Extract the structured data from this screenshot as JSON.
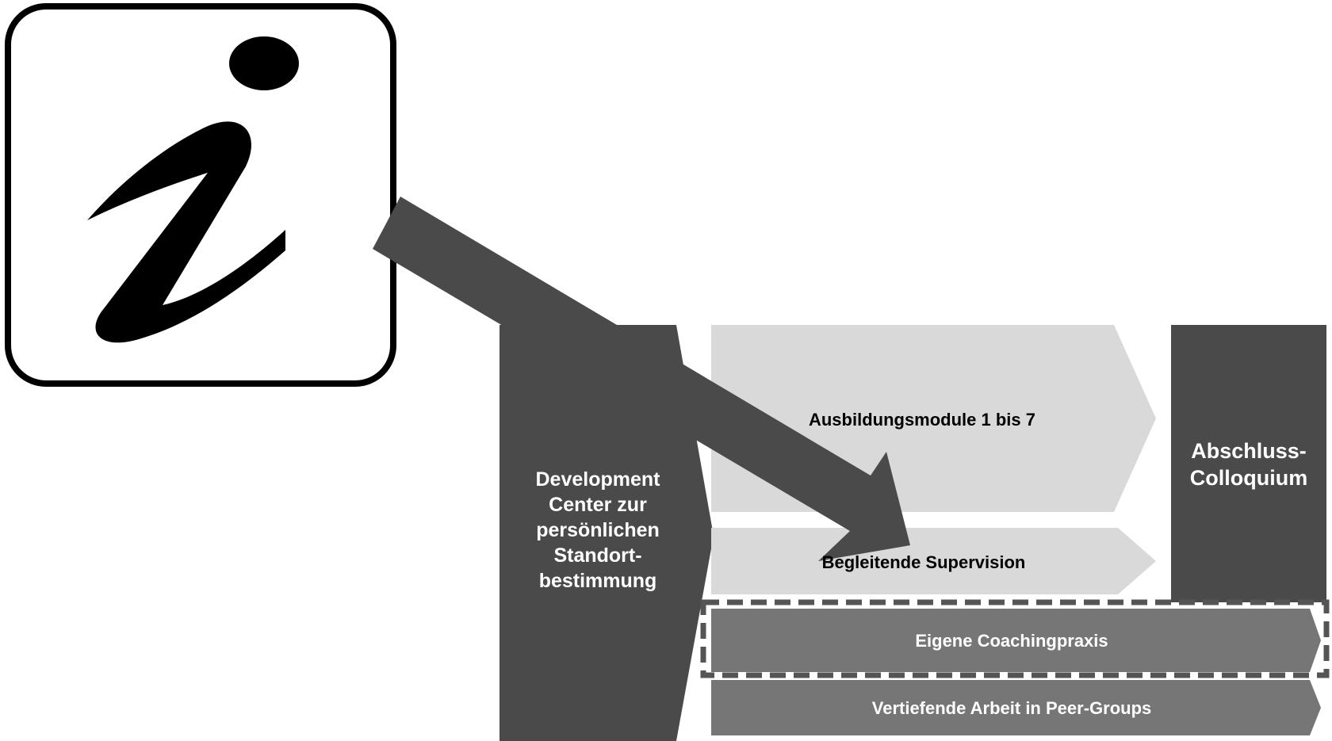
{
  "info_icon": {
    "icon": "info-icon",
    "glyph": "i"
  },
  "diagram": {
    "development_center": "Development\nCenter  zur\npersönlichen\nStandort-\nbestimmung",
    "ausbildungsmodule": "Ausbildungsmodule 1 bis 7",
    "begleitende_supervision": "Begleitende Supervision",
    "abschluss_colloquium": "Abschluss-\nColloquium",
    "eigene_coachingpraxis": "Eigene Coachingpraxis",
    "peer_groups": "Vertiefende Arbeit in Peer-Groups"
  },
  "colors": {
    "dark": "#4a4a4a",
    "light": "#d9d9d9",
    "mid": "#767676",
    "white": "#ffffff",
    "black": "#000000"
  }
}
